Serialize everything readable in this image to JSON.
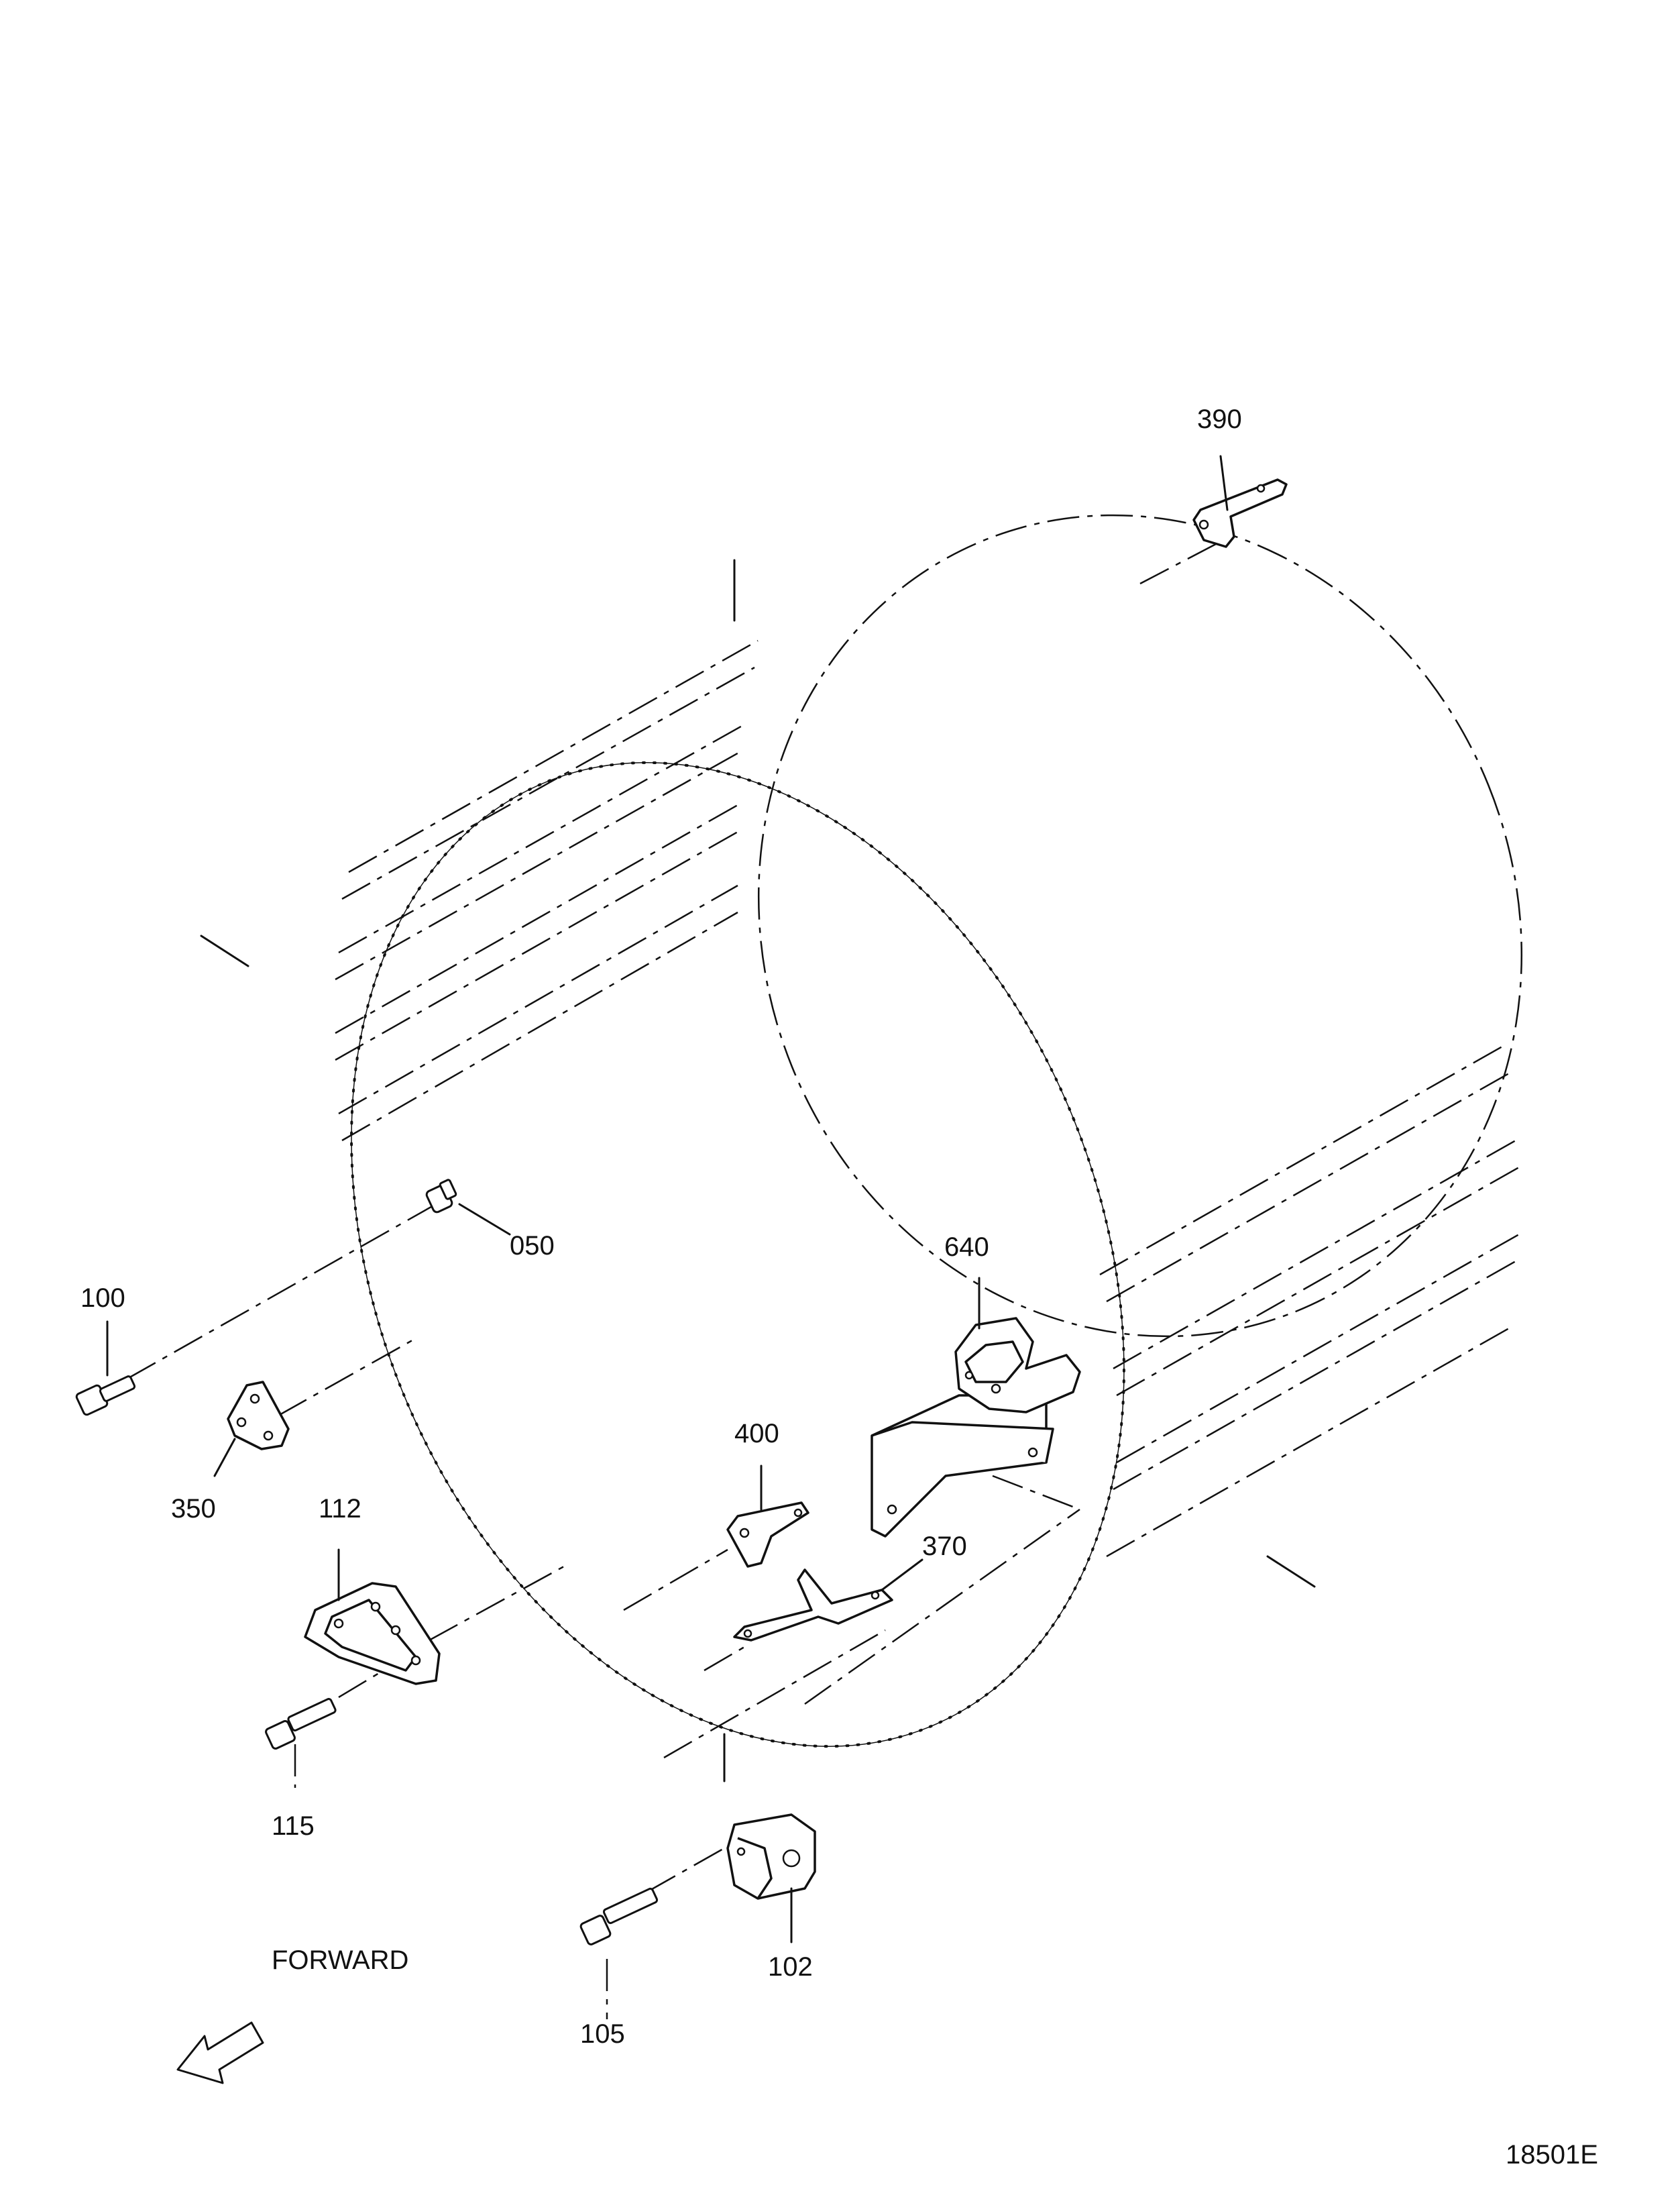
{
  "diagram": {
    "callouts": {
      "p390": "390",
      "p050": "050",
      "p100": "100",
      "p350": "350",
      "p112": "112",
      "p115": "115",
      "p400": "400",
      "p640": "640",
      "p370": "370",
      "p102": "102",
      "p105": "105"
    },
    "direction_label": "FORWARD",
    "figure_number": "18501E"
  }
}
